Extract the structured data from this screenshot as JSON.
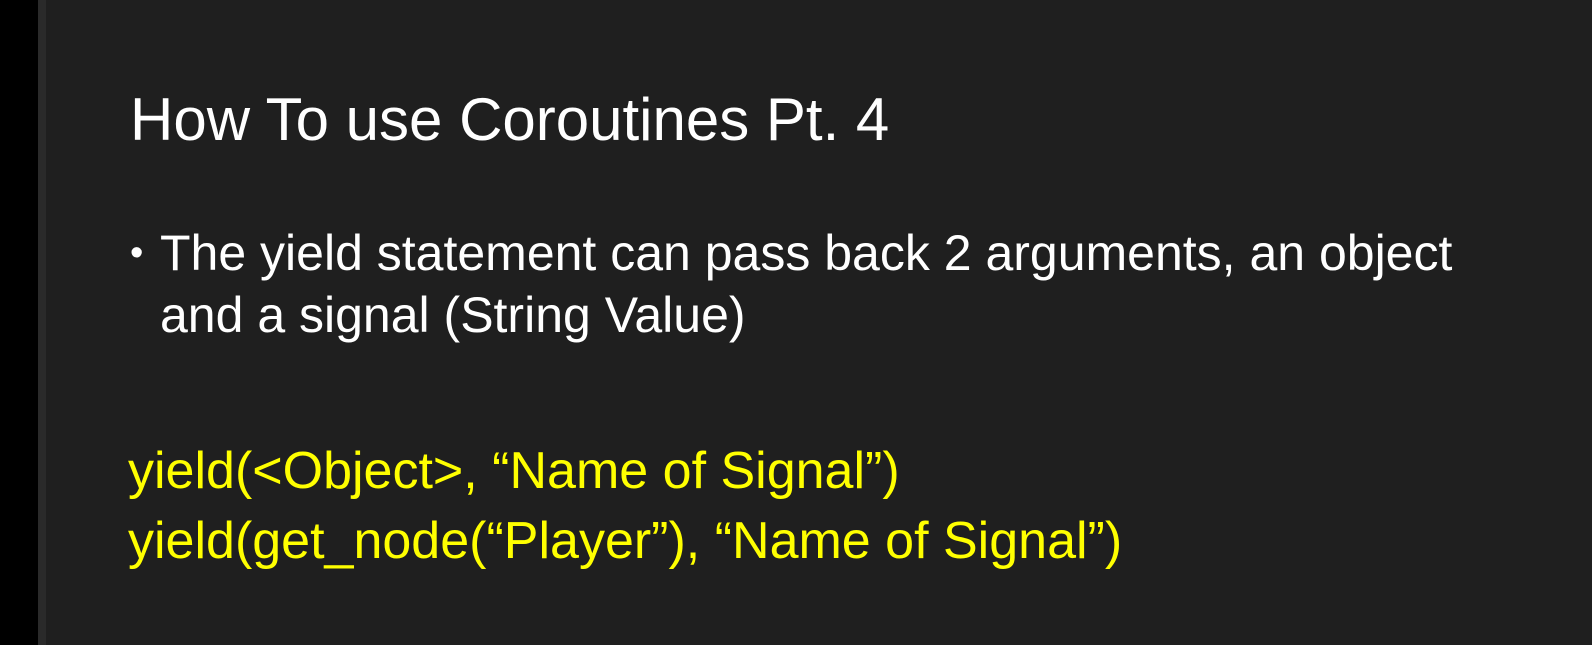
{
  "slide": {
    "title": "How To use Coroutines Pt. 4",
    "bullets": [
      {
        "text": "The yield statement can pass back 2 arguments, an object and a signal (String Value)"
      }
    ],
    "code_lines": [
      "yield(<Object>, “Name of Signal”)",
      "yield(get_node(“Player”), “Name of Signal”)"
    ]
  },
  "colors": {
    "slide_background": "#1f1f1f",
    "title_text": "#ffffff",
    "bullet_text": "#ffffff",
    "code_text": "#ffff00"
  }
}
